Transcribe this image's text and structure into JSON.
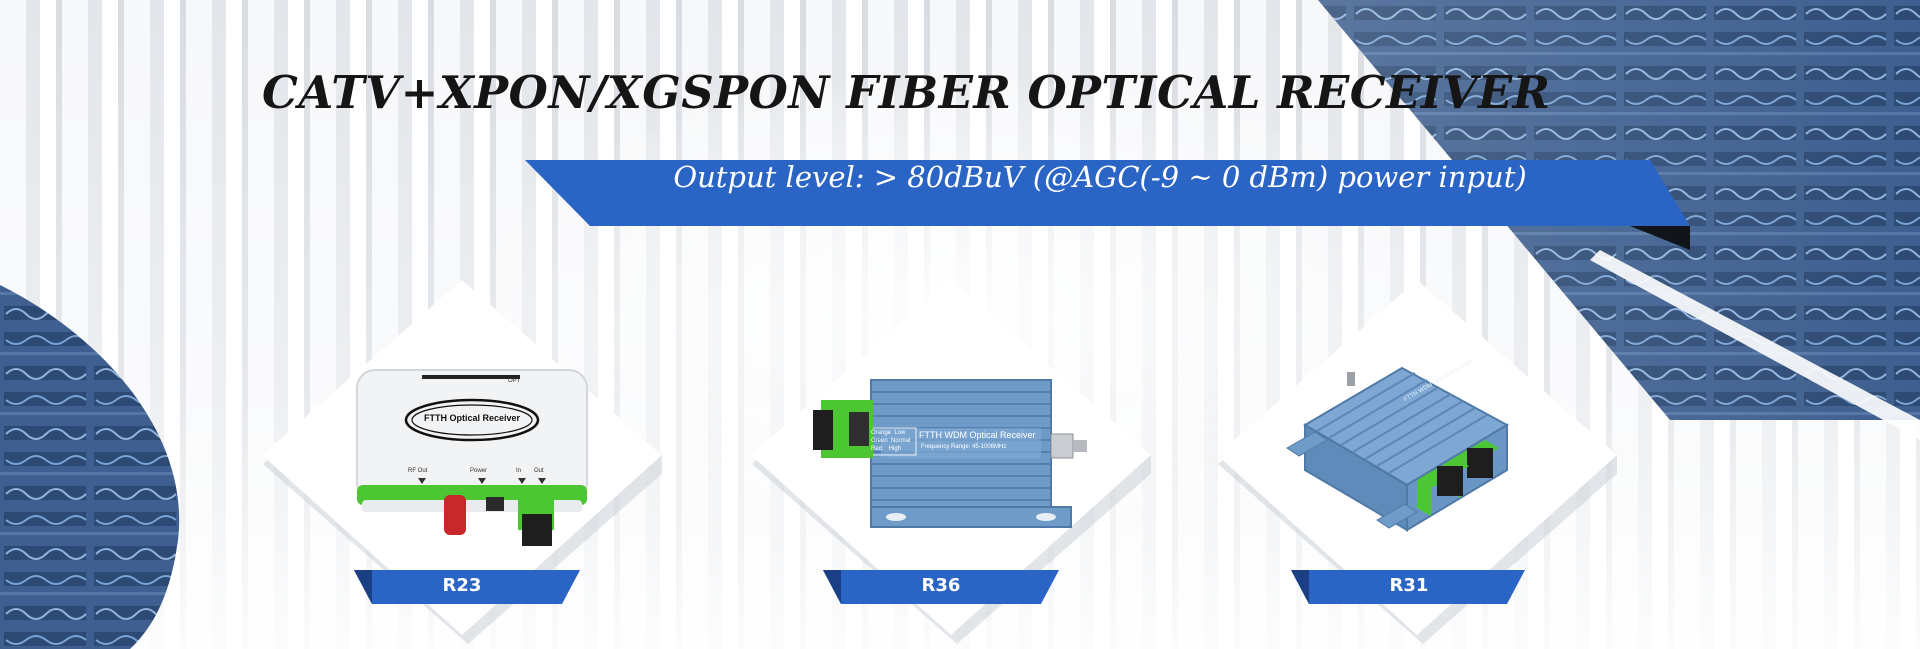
{
  "banner": {
    "title": "CATV+XPON/XGSPON FIBER OPTICAL RECEIVER",
    "subtitle": "Output level:  > 80dBuV (@AGC(-9 ~ 0 dBm) power input)"
  },
  "colors": {
    "accent_blue": "#2a64c5",
    "dark_blue": "#2a4a80",
    "product_green": "#44c02e",
    "device_blue": "#6f9bc9"
  },
  "products": [
    {
      "model": "R23",
      "device_brand_text": "FTTH Optical Receiver",
      "port_labels": [
        "OPT",
        "RF Out",
        "Power",
        "In",
        "Out"
      ]
    },
    {
      "model": "R36",
      "device_brand_text": "FTTH  WDM Optical  Receiver",
      "device_sub_text": "Frequency Range: 45-1006MHz",
      "led_legend": [
        "Orange  Low",
        "Green  Normal",
        "Red    High"
      ]
    },
    {
      "model": "R31",
      "device_brand_text": "FTTH WDM Optical Receiver"
    }
  ]
}
